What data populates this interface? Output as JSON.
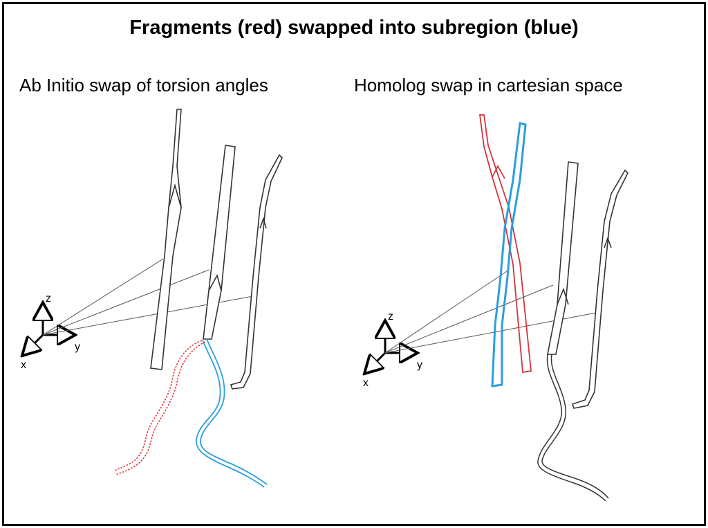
{
  "figure": {
    "title": "Fragments (red) swapped into subregion (blue)",
    "panels": [
      {
        "subtitle": "Ab Initio swap of torsion angles"
      },
      {
        "subtitle": "Homolog swap in cartesian space"
      }
    ],
    "axis_labels": {
      "x": "x",
      "y": "y",
      "z": "z"
    },
    "colors": {
      "fragment": "#e8353a",
      "subregion": "#2a9fdc",
      "backbone": "#333333"
    }
  }
}
